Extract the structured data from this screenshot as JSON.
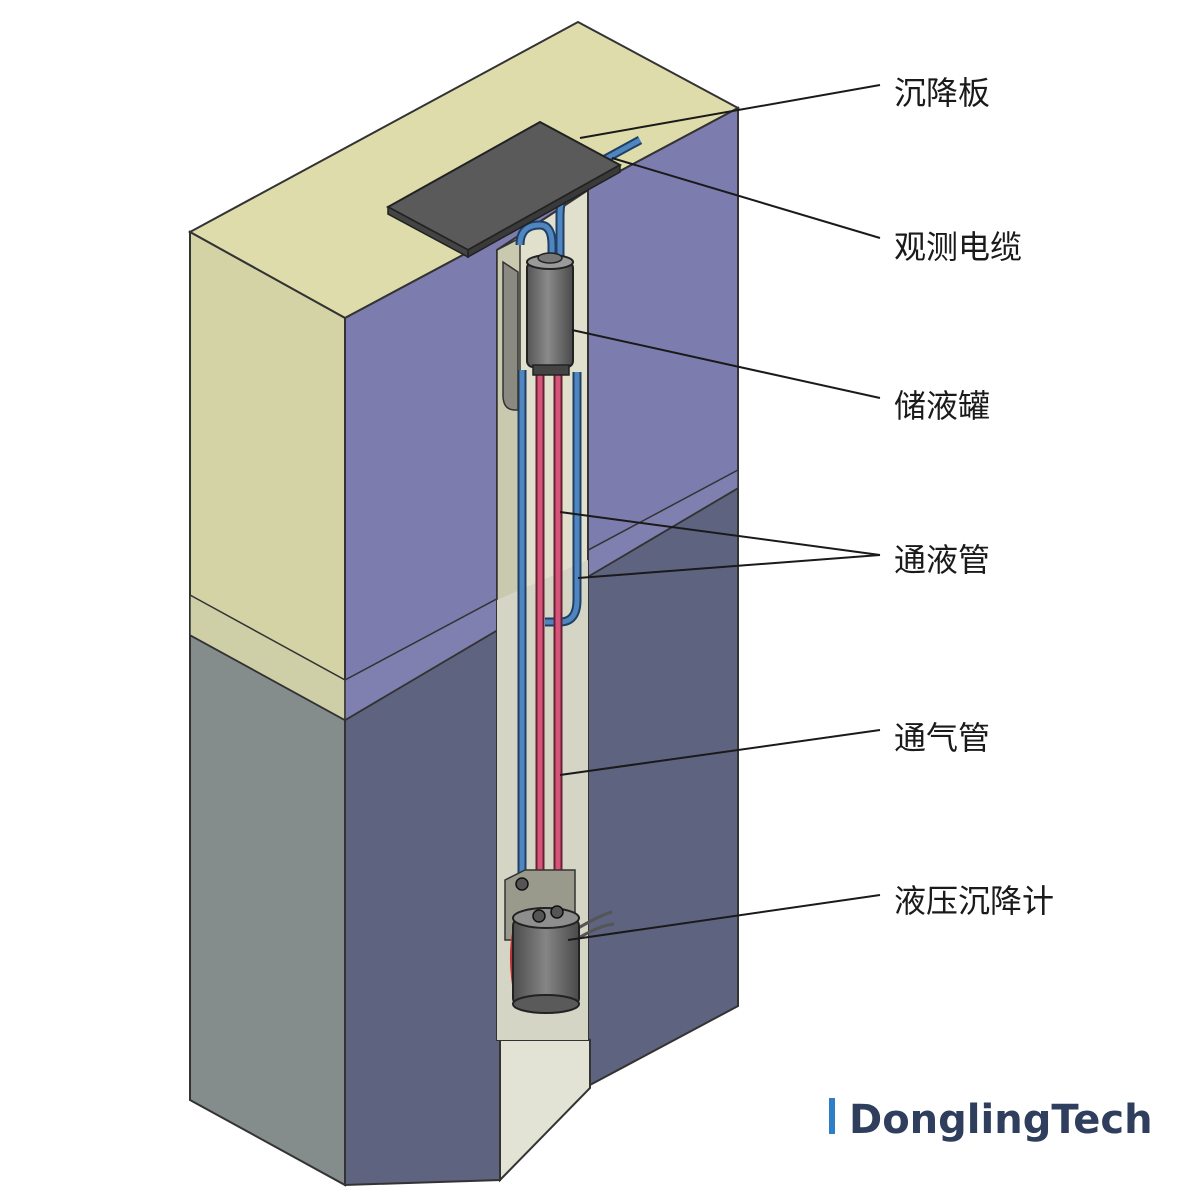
{
  "labels": {
    "settlement_plate": "沉降板",
    "observation_cable": "观测电缆",
    "reservoir_tank": "储液罐",
    "liquid_tube": "通液管",
    "vent_tube": "通气管",
    "hydraulic_gauge": "液压沉降计"
  },
  "brand": {
    "name": "DonglingTech",
    "accent_color": "#2f7fc8"
  },
  "colors": {
    "top_layer_front": "#d3d3a6",
    "top_layer_top": "#dedcab",
    "top_layer_side": "#7c7cae",
    "bottom_layer_front": "#848c8c",
    "bottom_layer_side": "#5e6380",
    "vent_tube": "#d4547a",
    "liquid_tube": "#4f86c0",
    "plate": "#5a5a5a",
    "tank": "#6e6e6e"
  }
}
